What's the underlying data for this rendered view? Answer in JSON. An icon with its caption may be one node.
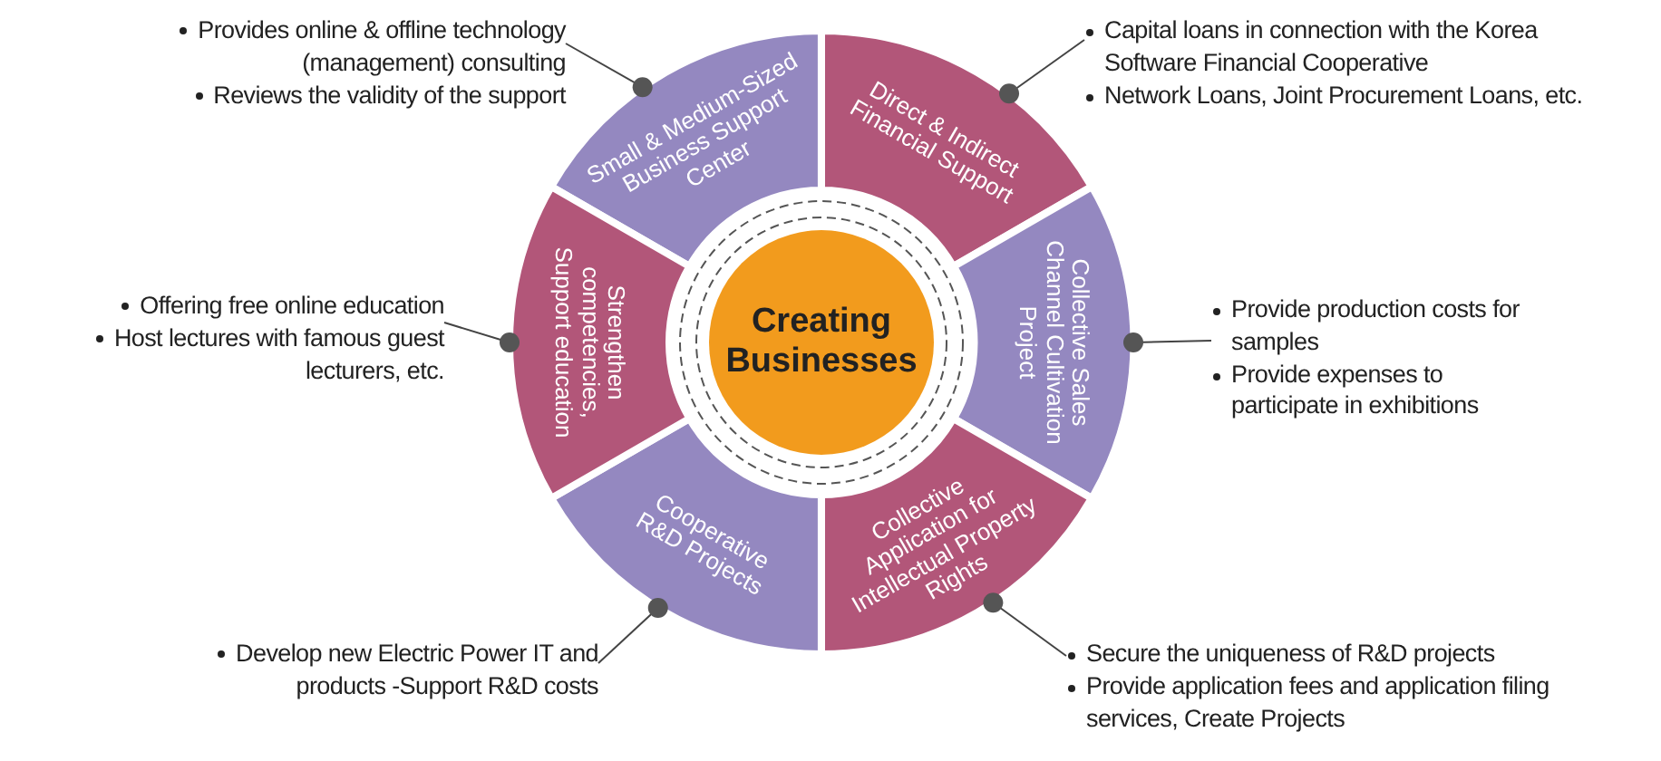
{
  "diagram": {
    "nodes": [
      {
        "text": [
          "Creating Businesses"
        ]
      },
      {
        "text": [
          "Small & Medium-Sized Business Support Center"
        ]
      },
      {
        "text": [
          "Direct & Indirect Financial Support"
        ]
      },
      {
        "text": [
          "Collective Sales Channel Cultivation Project"
        ]
      },
      {
        "text": [
          "Collective Application for Intellectual Property Rights"
        ]
      },
      {
        "text": [
          "Cooperative R&D Projects"
        ]
      },
      {
        "text": [
          "Strengthen competencies, Support education"
        ]
      },
      {
        "text": [
          "Provides online & offline technology (management) consulting",
          "Reviews the validity of the support"
        ]
      },
      {
        "text": [
          "Capital loans in connection with the Korea Software Financial Cooperative",
          "Network Loans, Joint Procurement Loans, etc."
        ]
      },
      {
        "text": [
          "Provide production costs for samples",
          "Provide expenses to participate in exhibitions"
        ]
      },
      {
        "text": [
          "Secure the uniqueness of R&D projects",
          "Provide application fees and application filing services, Create Projects"
        ]
      },
      {
        "text": [
          "Develop new Electric Power IT and products -Support R&D costs"
        ]
      },
      {
        "text": [
          "Offering free online education",
          "Host lectures with famous guest lecturers, etc."
        ]
      }
    ],
    "edges": [
      {
        "from": 7,
        "to": 1,
        "arrow": "other"
      },
      {
        "from": 8,
        "to": 2,
        "arrow": "other"
      },
      {
        "from": 9,
        "to": 3,
        "arrow": "other"
      },
      {
        "from": 10,
        "to": 4,
        "arrow": "other"
      },
      {
        "from": 11,
        "to": 5,
        "arrow": "other"
      },
      {
        "from": 12,
        "to": 6,
        "arrow": "other"
      }
    ]
  }
}
